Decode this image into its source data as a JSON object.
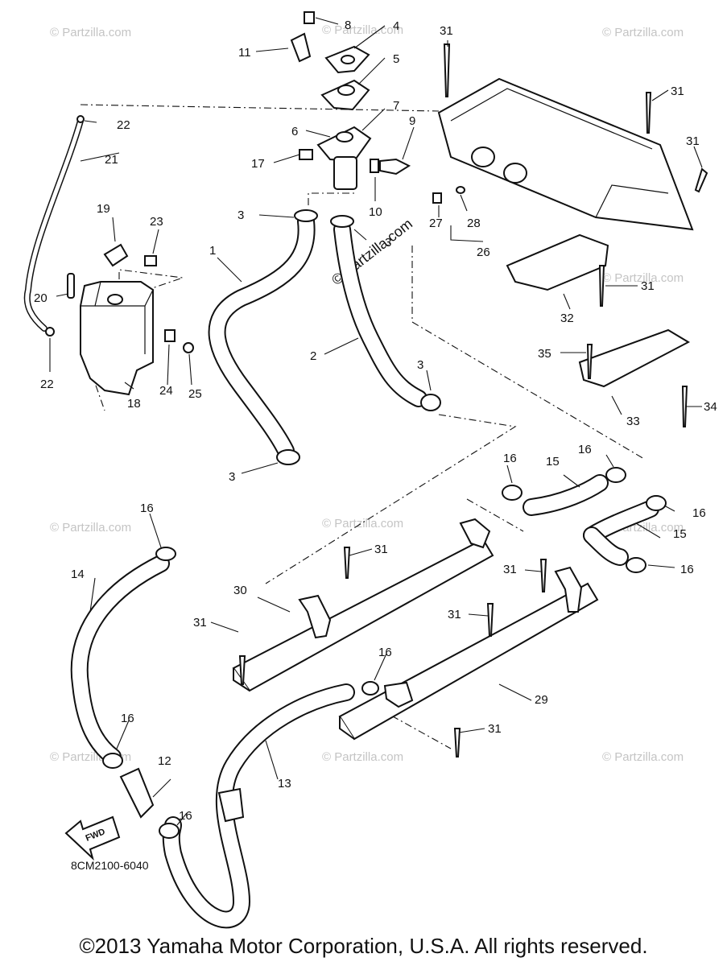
{
  "watermark": "© Partzilla.com",
  "center_watermark": "© Partzilla.com",
  "fwd_label": "FWD",
  "diagram_code": "8CM2100-6040",
  "copyright": "©2013 Yamaha Motor Corporation, U.S.A. All rights reserved.",
  "callouts": {
    "p1": "1",
    "p2": "2",
    "p3a": "3",
    "p3b": "3",
    "p3c": "3",
    "p3d": "3",
    "p4": "4",
    "p5": "5",
    "p6": "6",
    "p7": "7",
    "p8": "8",
    "p9": "9",
    "p10": "10",
    "p11": "11",
    "p12": "12",
    "p13": "13",
    "p14": "14",
    "p15a": "15",
    "p15b": "15",
    "p16a": "16",
    "p16b": "16",
    "p16c": "16",
    "p16d": "16",
    "p16e": "16",
    "p16f": "16",
    "p16g": "16",
    "p16h": "16",
    "p17": "17",
    "p18": "18",
    "p19": "19",
    "p20": "20",
    "p21": "21",
    "p22a": "22",
    "p22b": "22",
    "p23": "23",
    "p24": "24",
    "p25": "25",
    "p26": "26",
    "p27": "27",
    "p28": "28",
    "p29": "29",
    "p30": "30",
    "p31a": "31",
    "p31b": "31",
    "p31c": "31",
    "p31d": "31",
    "p31e": "31",
    "p31f": "31",
    "p31g": "31",
    "p31h": "31",
    "p31i": "31",
    "p32": "32",
    "p33": "33",
    "p34": "34",
    "p35": "35"
  }
}
